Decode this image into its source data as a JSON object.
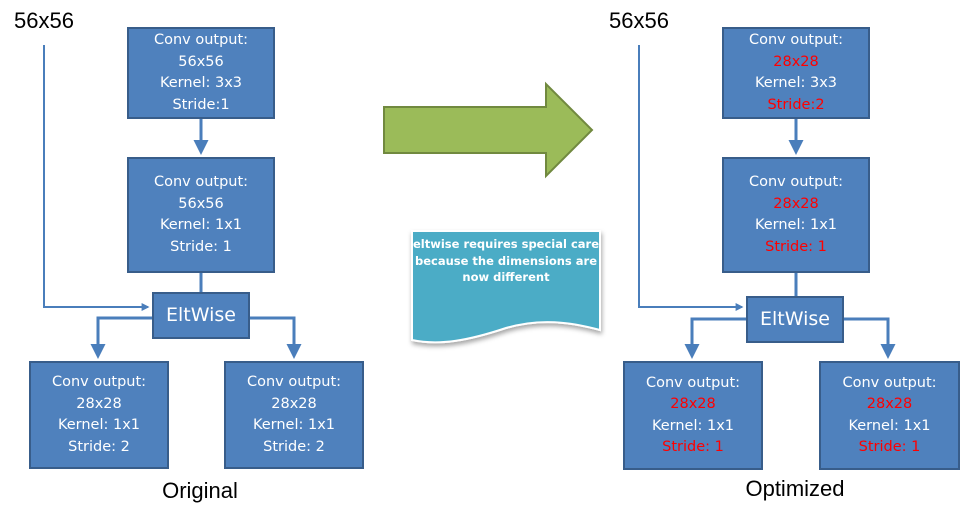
{
  "colors": {
    "box_fill": "#4f81bd",
    "box_border": "#385d8a",
    "connector": "#4a7ebb",
    "highlight_text": "#ff0000",
    "transform_arrow": "#9bbb59",
    "note_fill": "#4bacc6"
  },
  "original": {
    "caption": "Original",
    "input_label": "56x56",
    "conv1": {
      "lines": [
        {
          "text": "Conv output:",
          "changed": false
        },
        {
          "text": "56x56",
          "changed": false
        },
        {
          "text": "Kernel: 3x3",
          "changed": false
        },
        {
          "text": "Stride:1",
          "changed": false
        }
      ]
    },
    "conv2": {
      "lines": [
        {
          "text": "Conv output:",
          "changed": false
        },
        {
          "text": "56x56",
          "changed": false
        },
        {
          "text": "Kernel: 1x1",
          "changed": false
        },
        {
          "text": "Stride: 1",
          "changed": false
        }
      ]
    },
    "eltwise": "EltWise",
    "conv_left": {
      "lines": [
        {
          "text": "Conv output:",
          "changed": false
        },
        {
          "text": "28x28",
          "changed": false
        },
        {
          "text": "Kernel: 1x1",
          "changed": false
        },
        {
          "text": "Stride: 2",
          "changed": false
        }
      ]
    },
    "conv_right": {
      "lines": [
        {
          "text": "Conv output:",
          "changed": false
        },
        {
          "text": "28x28",
          "changed": false
        },
        {
          "text": "Kernel: 1x1",
          "changed": false
        },
        {
          "text": "Stride: 2",
          "changed": false
        }
      ]
    }
  },
  "optimized": {
    "caption": "Optimized",
    "input_label": "56x56",
    "conv1": {
      "lines": [
        {
          "text": "Conv output:",
          "changed": false
        },
        {
          "text": "28x28",
          "changed": true
        },
        {
          "text": "Kernel: 3x3",
          "changed": false
        },
        {
          "text": "Stride:2",
          "changed": true
        }
      ]
    },
    "conv2": {
      "lines": [
        {
          "text": "Conv output:",
          "changed": false
        },
        {
          "text": "28x28",
          "changed": true
        },
        {
          "text": "Kernel: 1x1",
          "changed": false
        },
        {
          "text": "Stride: 1",
          "changed": true
        }
      ]
    },
    "eltwise": "EltWise",
    "conv_left": {
      "lines": [
        {
          "text": "Conv output:",
          "changed": false
        },
        {
          "text": "28x28",
          "changed": true
        },
        {
          "text": "Kernel: 1x1",
          "changed": false
        },
        {
          "text": "Stride: 1",
          "changed": true
        }
      ]
    },
    "conv_right": {
      "lines": [
        {
          "text": "Conv output:",
          "changed": false
        },
        {
          "text": "28x28",
          "changed": true
        },
        {
          "text": "Kernel: 1x1",
          "changed": false
        },
        {
          "text": "Stride: 1",
          "changed": true
        }
      ]
    }
  },
  "note": {
    "text": "eltwise requires special care because the dimensions are now different"
  }
}
